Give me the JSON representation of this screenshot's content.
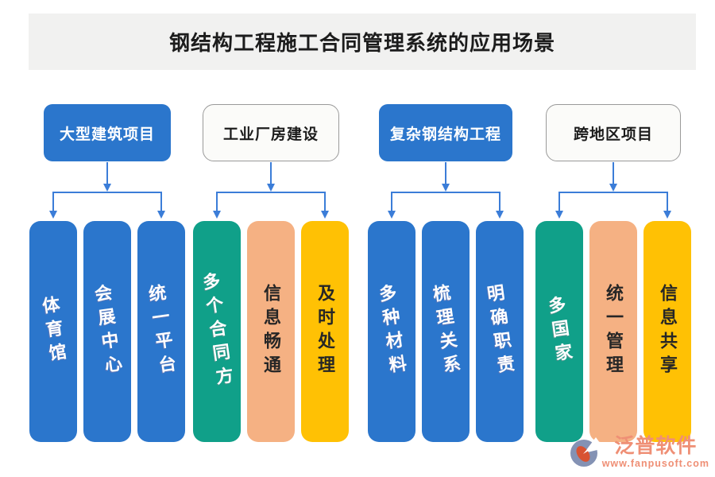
{
  "title": "钢结构工程施工合同管理系统的应用场景",
  "colors": {
    "bar_blue": "#2b76cc",
    "bar_green": "#10a089",
    "bar_peach": "#f5b183",
    "bar_gold": "#ffc104",
    "arrow": "#3b7dd8",
    "brand": "#ef8f75"
  },
  "groups": [
    {
      "header": {
        "label": "大型建筑项目",
        "variant": "blue"
      },
      "bars": [
        {
          "label": "体育馆",
          "color": "blue"
        },
        {
          "label": "会展中心",
          "color": "blue"
        },
        {
          "label": "统一平台",
          "color": "blue"
        }
      ]
    },
    {
      "header": {
        "label": "工业厂房建设",
        "variant": "light"
      },
      "bars": [
        {
          "label": "多个合同方",
          "color": "green"
        },
        {
          "label": "信息畅通",
          "color": "peach"
        },
        {
          "label": "及时处理",
          "color": "gold"
        }
      ]
    },
    {
      "header": {
        "label": "复杂钢结构工程",
        "variant": "blue"
      },
      "bars": [
        {
          "label": "多种材料",
          "color": "blue"
        },
        {
          "label": "梳理关系",
          "color": "blue"
        },
        {
          "label": "明确职责",
          "color": "blue"
        }
      ]
    },
    {
      "header": {
        "label": "跨地区项目",
        "variant": "light"
      },
      "bars": [
        {
          "label": "多国家",
          "color": "green"
        },
        {
          "label": "统一管理",
          "color": "peach"
        },
        {
          "label": "信息共享",
          "color": "gold"
        }
      ]
    }
  ],
  "footer": {
    "brand": "泛普软件",
    "url": "www.fanpusoft.com"
  }
}
